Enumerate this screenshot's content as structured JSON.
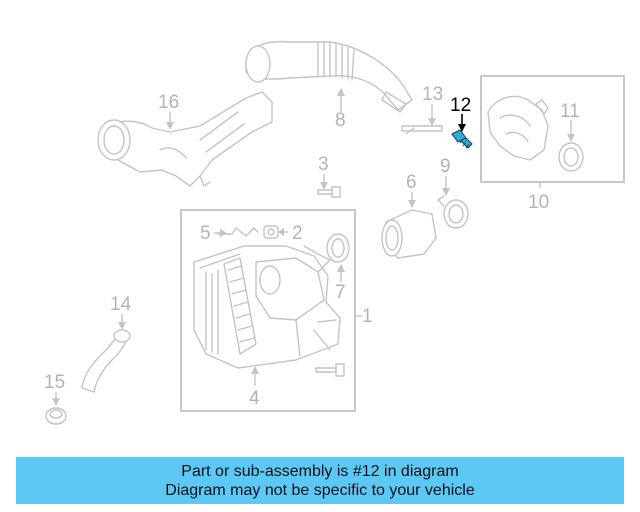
{
  "diagram": {
    "highlight_color": "#2ab0d8",
    "callouts": [
      "1",
      "2",
      "3",
      "4",
      "5",
      "6",
      "7",
      "8",
      "9",
      "10",
      "11",
      "12",
      "13",
      "14",
      "15",
      "16"
    ],
    "highlighted_part": "12"
  },
  "banner": {
    "line1": "Part or sub-assembly is #12 in diagram",
    "line2": "Diagram may not be specific to your vehicle",
    "background": "#5bc8f5"
  }
}
